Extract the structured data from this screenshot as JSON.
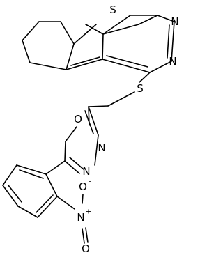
{
  "molecule": {
    "atoms": {
      "s_thiophene": "S",
      "n_pyrimidine_top": "N",
      "n_pyrimidine_bottom": "N",
      "s_thioether": "S",
      "o_oxadiazole": "O",
      "n_oxadiazole_right": "N",
      "n_oxadiazole_left": "N",
      "n_nitro": "N",
      "n_nitro_charge": "+",
      "o_nitro_top": "O",
      "o_nitro_top_charge": "-",
      "o_nitro_bottom": "O"
    },
    "colors": {
      "bond": "#000000",
      "label": "#000000",
      "background": "#ffffff"
    }
  }
}
